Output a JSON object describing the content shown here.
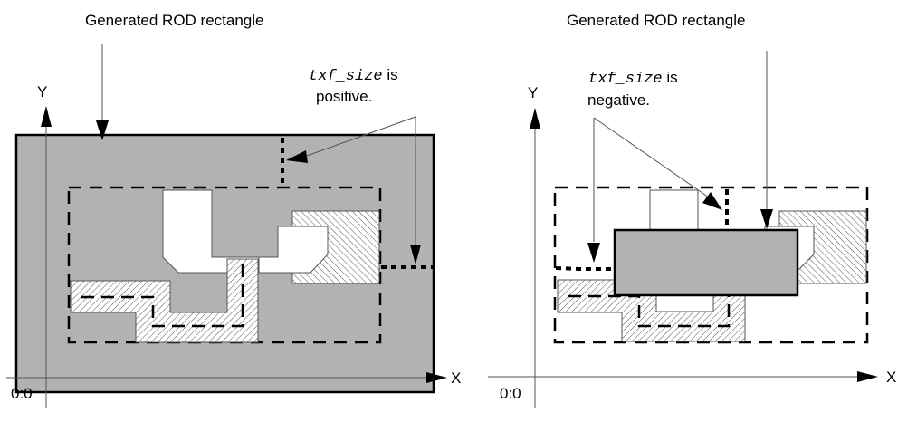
{
  "left_panel": {
    "title": "Generated ROD rectangle",
    "note_code": "txf_size",
    "note_is": " is",
    "note_line2": "positive.",
    "x_axis_label": "X",
    "y_axis_label": "Y",
    "origin_label": "0:0"
  },
  "right_panel": {
    "title": "Generated ROD rectangle",
    "note_code": "txf_size",
    "note_is": " is",
    "note_line2": "negative.",
    "x_axis_label": "X",
    "y_axis_label": "Y",
    "origin_label": "0:0"
  },
  "colors": {
    "rod_fill": "#b2b2b2",
    "outline": "#000000",
    "leader": "#555555"
  }
}
